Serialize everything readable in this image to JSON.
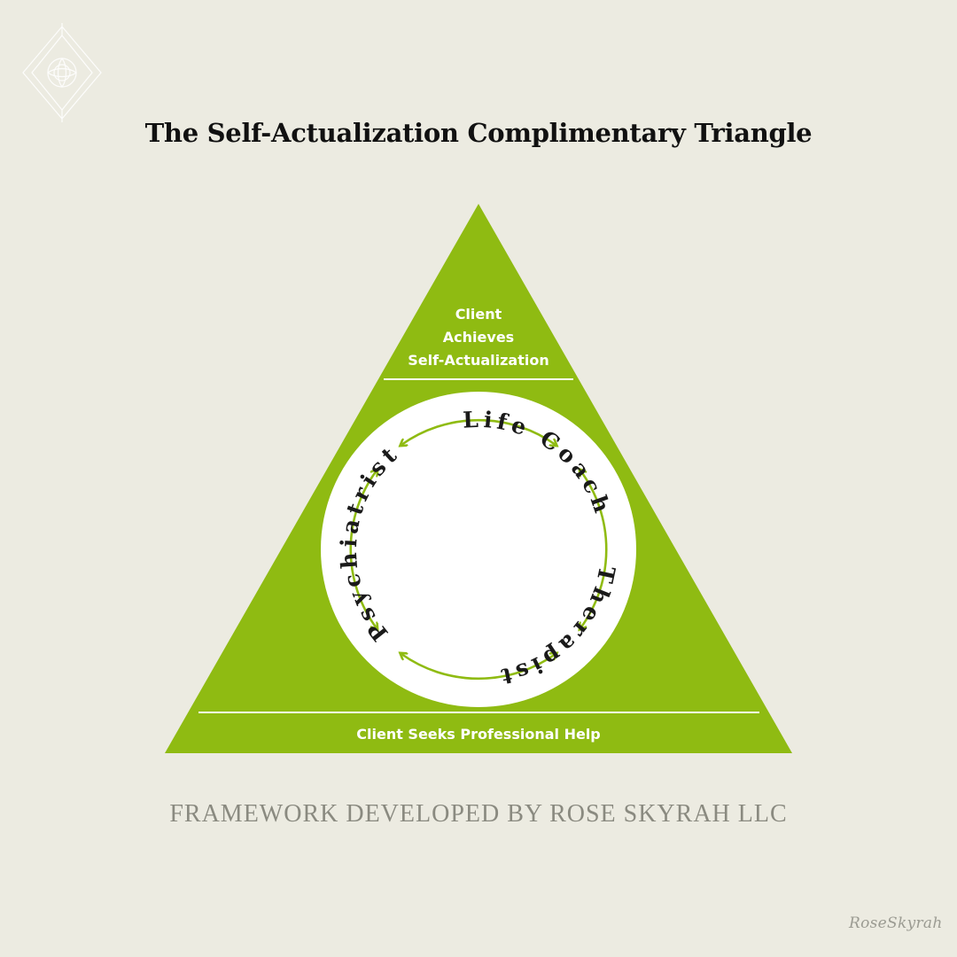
{
  "title": "The Self-Actualization Complimentary Triangle",
  "apex_label": [
    "Client",
    "Achieves",
    "Self-Actualization"
  ],
  "base_label": "Client Seeks Professional Help",
  "ring_roles": [
    "Life Coach",
    "Therapist",
    "Psychiatrist"
  ],
  "footer": "FRAMEWORK DEVELOPED BY ROSE SKYRAH LLC",
  "signature": "RoseSkyrah",
  "colors": {
    "background": "#ecebe1",
    "triangle": "#8fbb12",
    "circle": "#ffffff",
    "arrow": "#8fbb12",
    "title": "#111111",
    "footer": "#8a8a80"
  }
}
